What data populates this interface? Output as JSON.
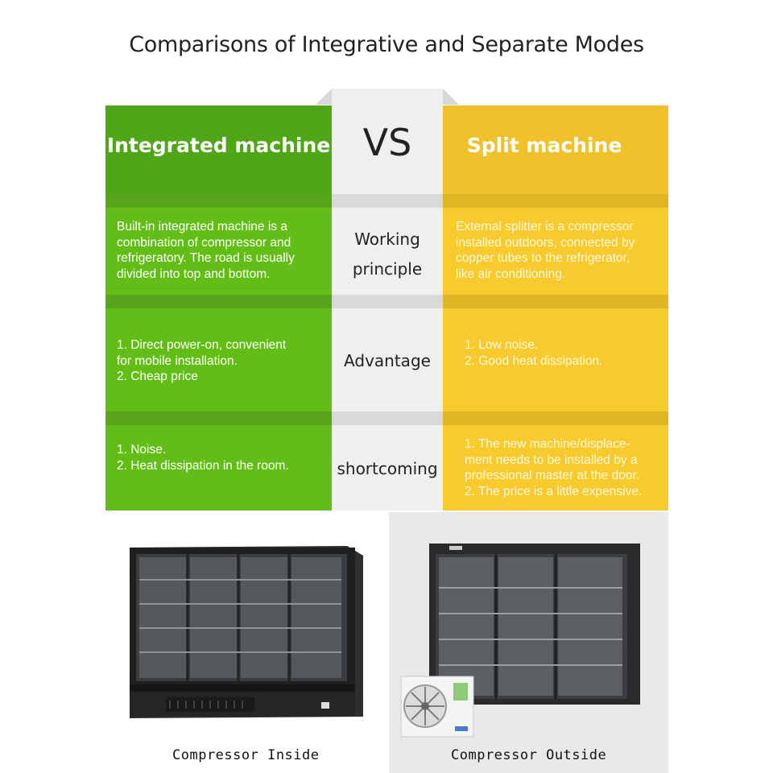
{
  "title": "Comparisons of Integrative and Separate Modes",
  "columns": {
    "left": "Integrated machine",
    "middle": "VS",
    "right": "Split machine"
  },
  "rows": [
    {
      "label": "Working\nprinciple",
      "left": "Built-in integrated machine is a\ncombination of compressor and\nrefrigeratory. The road is usually\ndivided into top and bottom.",
      "right": "External splitter is a compressor\ninstalled outdoors, connected by\ncopper tubes to the refrigerator,\nlike air conditioning."
    },
    {
      "label": "Advantage",
      "left": "1. Direct power-on, convenient\nfor mobile installation.\n2. Cheap price",
      "right": "1. Low noise.\n2. Good heat dissipation."
    },
    {
      "label": "shortcoming",
      "left": "1. Noise.\n2. Heat dissipation in the room.",
      "right": "1. The new machine/displace-\nment needs to be installed by a\nprofessional master at the door.\n2. The price is a little expensive."
    }
  ],
  "images": {
    "left_caption": "Compressor Inside",
    "right_caption": "Compressor Outside"
  },
  "colors": {
    "green": "#62be16",
    "yellow": "#f7ca2e",
    "gray": "#efefef"
  }
}
